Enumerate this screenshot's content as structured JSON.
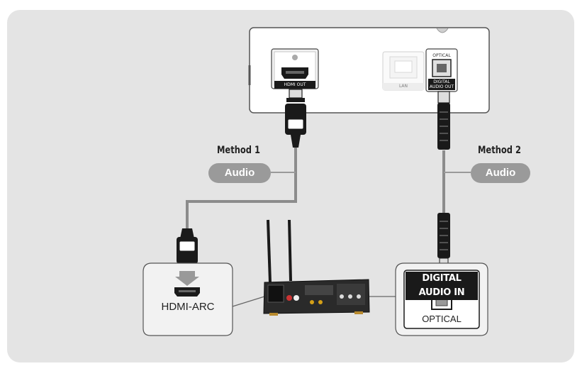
{
  "player": {
    "hdmi_out_label": "HDMI OUT",
    "lan_label": "LAN",
    "optical_top_label": "OPTICAL",
    "digital_audio_out_label_1": "DIGITAL",
    "digital_audio_out_label_2": "AUDIO OUT"
  },
  "method1": {
    "title": "Method 1",
    "pill": "Audio"
  },
  "method2": {
    "title": "Method 2",
    "pill": "Audio"
  },
  "tv_box": {
    "port_label": "HDMI-ARC"
  },
  "optical_box": {
    "header": "DIGITAL AUDIO IN",
    "port_label": "OPTICAL"
  },
  "colors": {
    "background_panel": "#e4e4e4",
    "box_fill": "#ffffff",
    "pill": "#9a9a9a",
    "cable": "#8c8c8c",
    "dark": "#1a1a1a"
  }
}
